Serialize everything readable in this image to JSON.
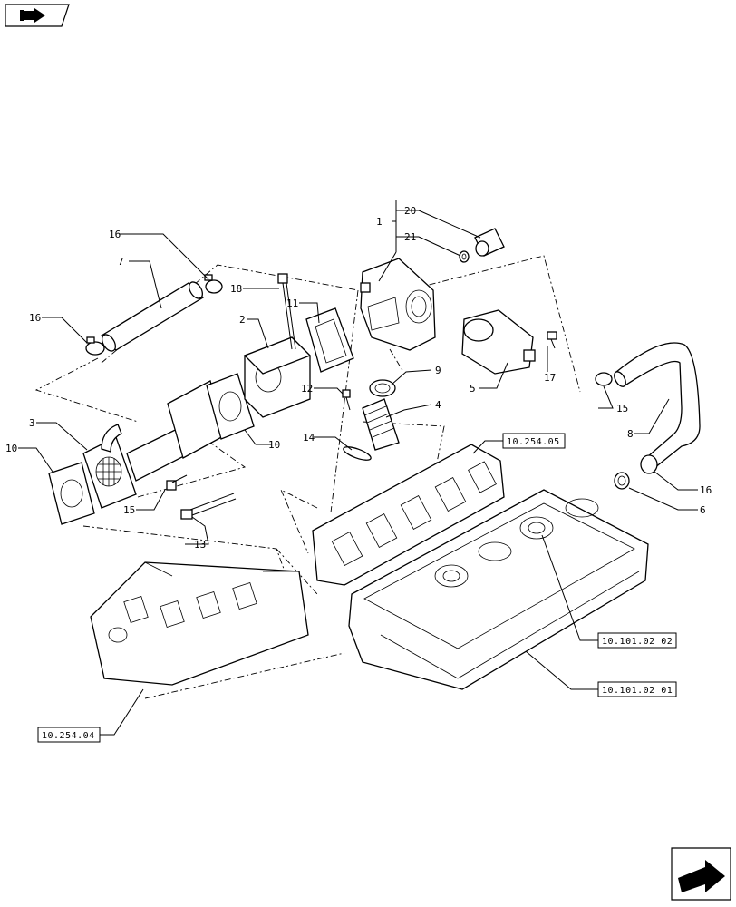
{
  "nav": {
    "prev_icon": "back-arrow-icon",
    "next_icon": "forward-arrow-icon"
  },
  "callouts": {
    "c1": "1",
    "c2": "2",
    "c3": "3",
    "c4": "4",
    "c5": "5",
    "c6": "6",
    "c7": "7",
    "c8": "8",
    "c9": "9",
    "c10a": "10",
    "c10b": "10",
    "c11": "11",
    "c12": "12",
    "c13": "13",
    "c14": "14",
    "c15a": "15",
    "c15b": "15",
    "c16a": "16",
    "c16b": "16",
    "c16c": "16",
    "c17": "17",
    "c18": "18",
    "c20": "20",
    "c21": "21"
  },
  "refs": {
    "r1": "10.254.05",
    "r2": "10.101.02 02",
    "r3": "10.101.02 01",
    "r4": "10.254.04"
  }
}
